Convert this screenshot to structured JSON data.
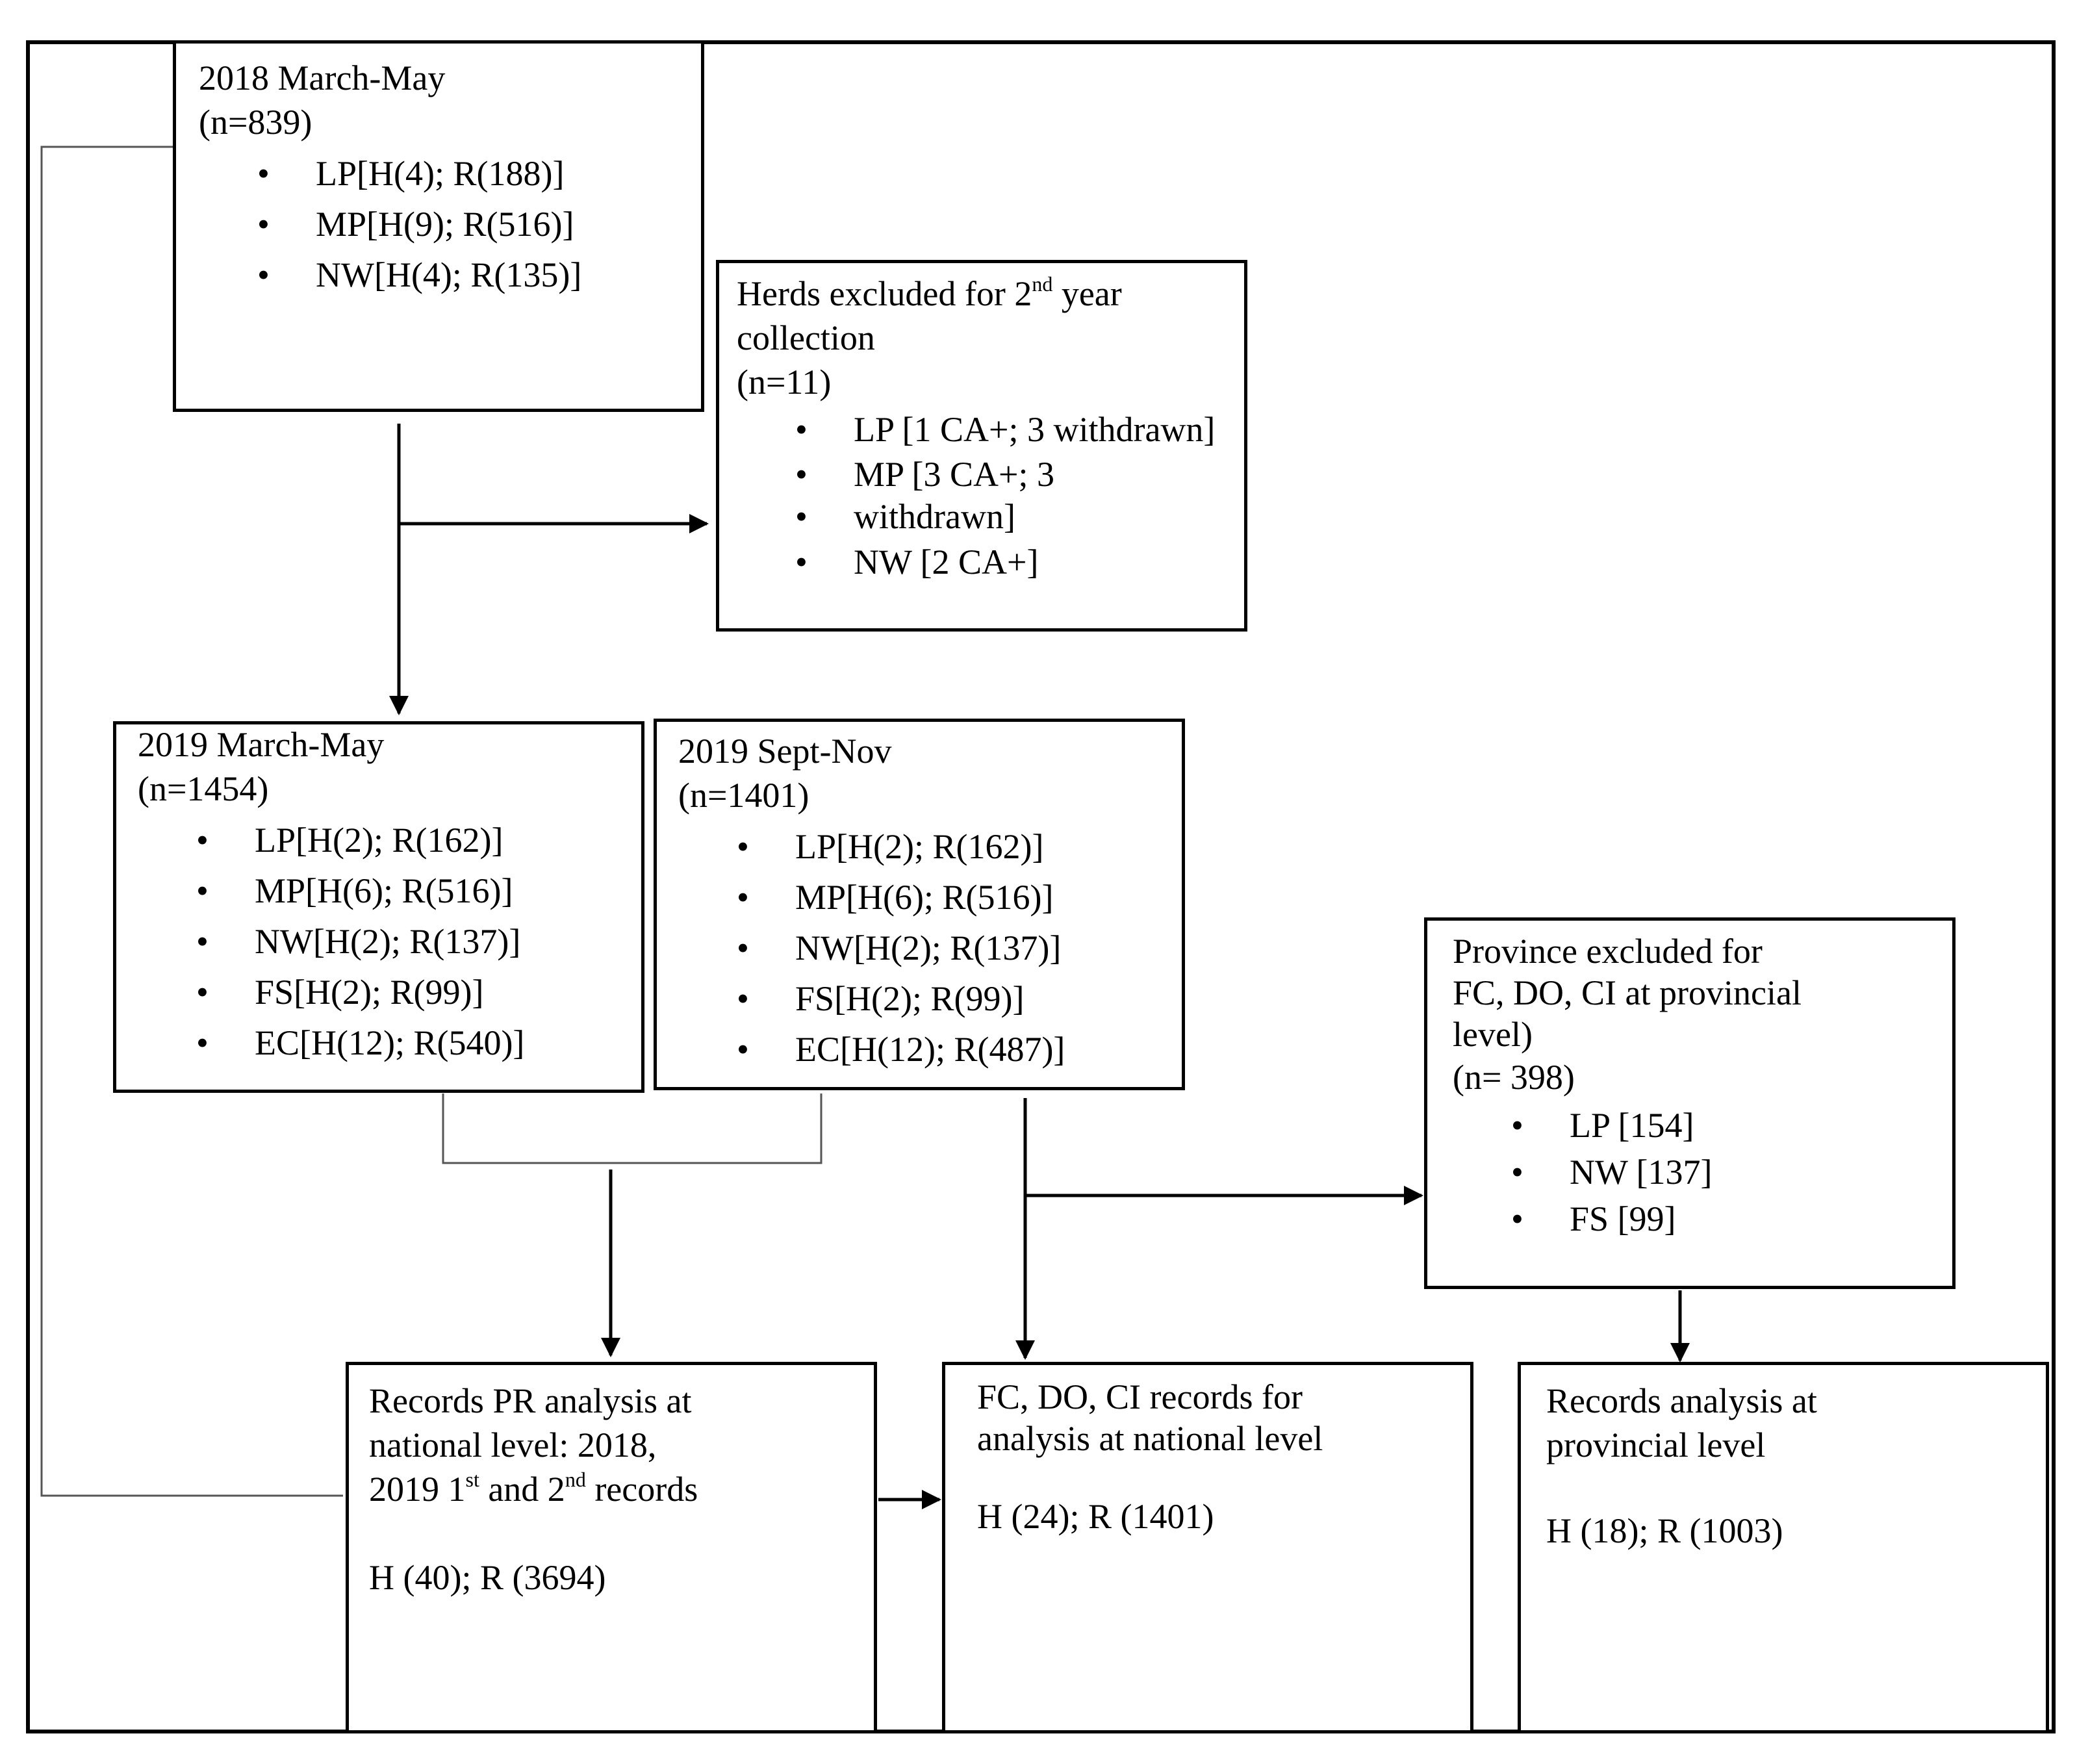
{
  "boxes": {
    "y2018": {
      "title": "2018 March-May",
      "n": "(n=839)",
      "items": [
        "LP[H(4); R(188)]",
        "MP[H(9); R(516)]",
        "NW[H(4); R(135)]"
      ]
    },
    "excluded_herds": {
      "line1_pre": "Herds excluded for 2",
      "line1_sup": "nd",
      "line1_post": " year",
      "line2": "collection",
      "n": "(n=11)",
      "items": [
        "LP [1 CA+; 3 withdrawn]",
        "MP [3 CA+; 3",
        "withdrawn]",
        "NW [2 CA+]"
      ]
    },
    "y2019_mar": {
      "title": "2019 March-May",
      "n": "(n=1454)",
      "items": [
        "LP[H(2); R(162)]",
        "MP[H(6); R(516)]",
        "NW[H(2); R(137)]",
        "FS[H(2); R(99)]",
        "EC[H(12); R(540)]"
      ]
    },
    "y2019_sep": {
      "title": "2019 Sept-Nov",
      "n": "(n=1401)",
      "items": [
        "LP[H(2); R(162)]",
        "MP[H(6); R(516)]",
        "NW[H(2); R(137)]",
        "FS[H(2); R(99)]",
        "EC[H(12); R(487)]"
      ]
    },
    "province_excluded": {
      "line1": "Province excluded for",
      "line2": "FC, DO, CI at provincial",
      "line3": "level)",
      "n": "(n= 398)",
      "items": [
        "LP [154]",
        "NW [137]",
        "FS [99]"
      ]
    },
    "records_pr": {
      "line1": "Records PR analysis at",
      "line2": "national level: 2018,",
      "line3_a": "2019 1",
      "line3_sup1": "st",
      "line3_b": " and 2",
      "line3_sup2": "nd",
      "line3_c": " records",
      "result": "H (40); R (3694)"
    },
    "fc_do_ci": {
      "line1": "FC, DO, CI records for",
      "line2": "analysis at national level",
      "result": "H (24); R (1401)"
    },
    "provincial": {
      "line1": "Records analysis at",
      "line2": "provincial level",
      "result": "H (18); R (1003)"
    }
  }
}
